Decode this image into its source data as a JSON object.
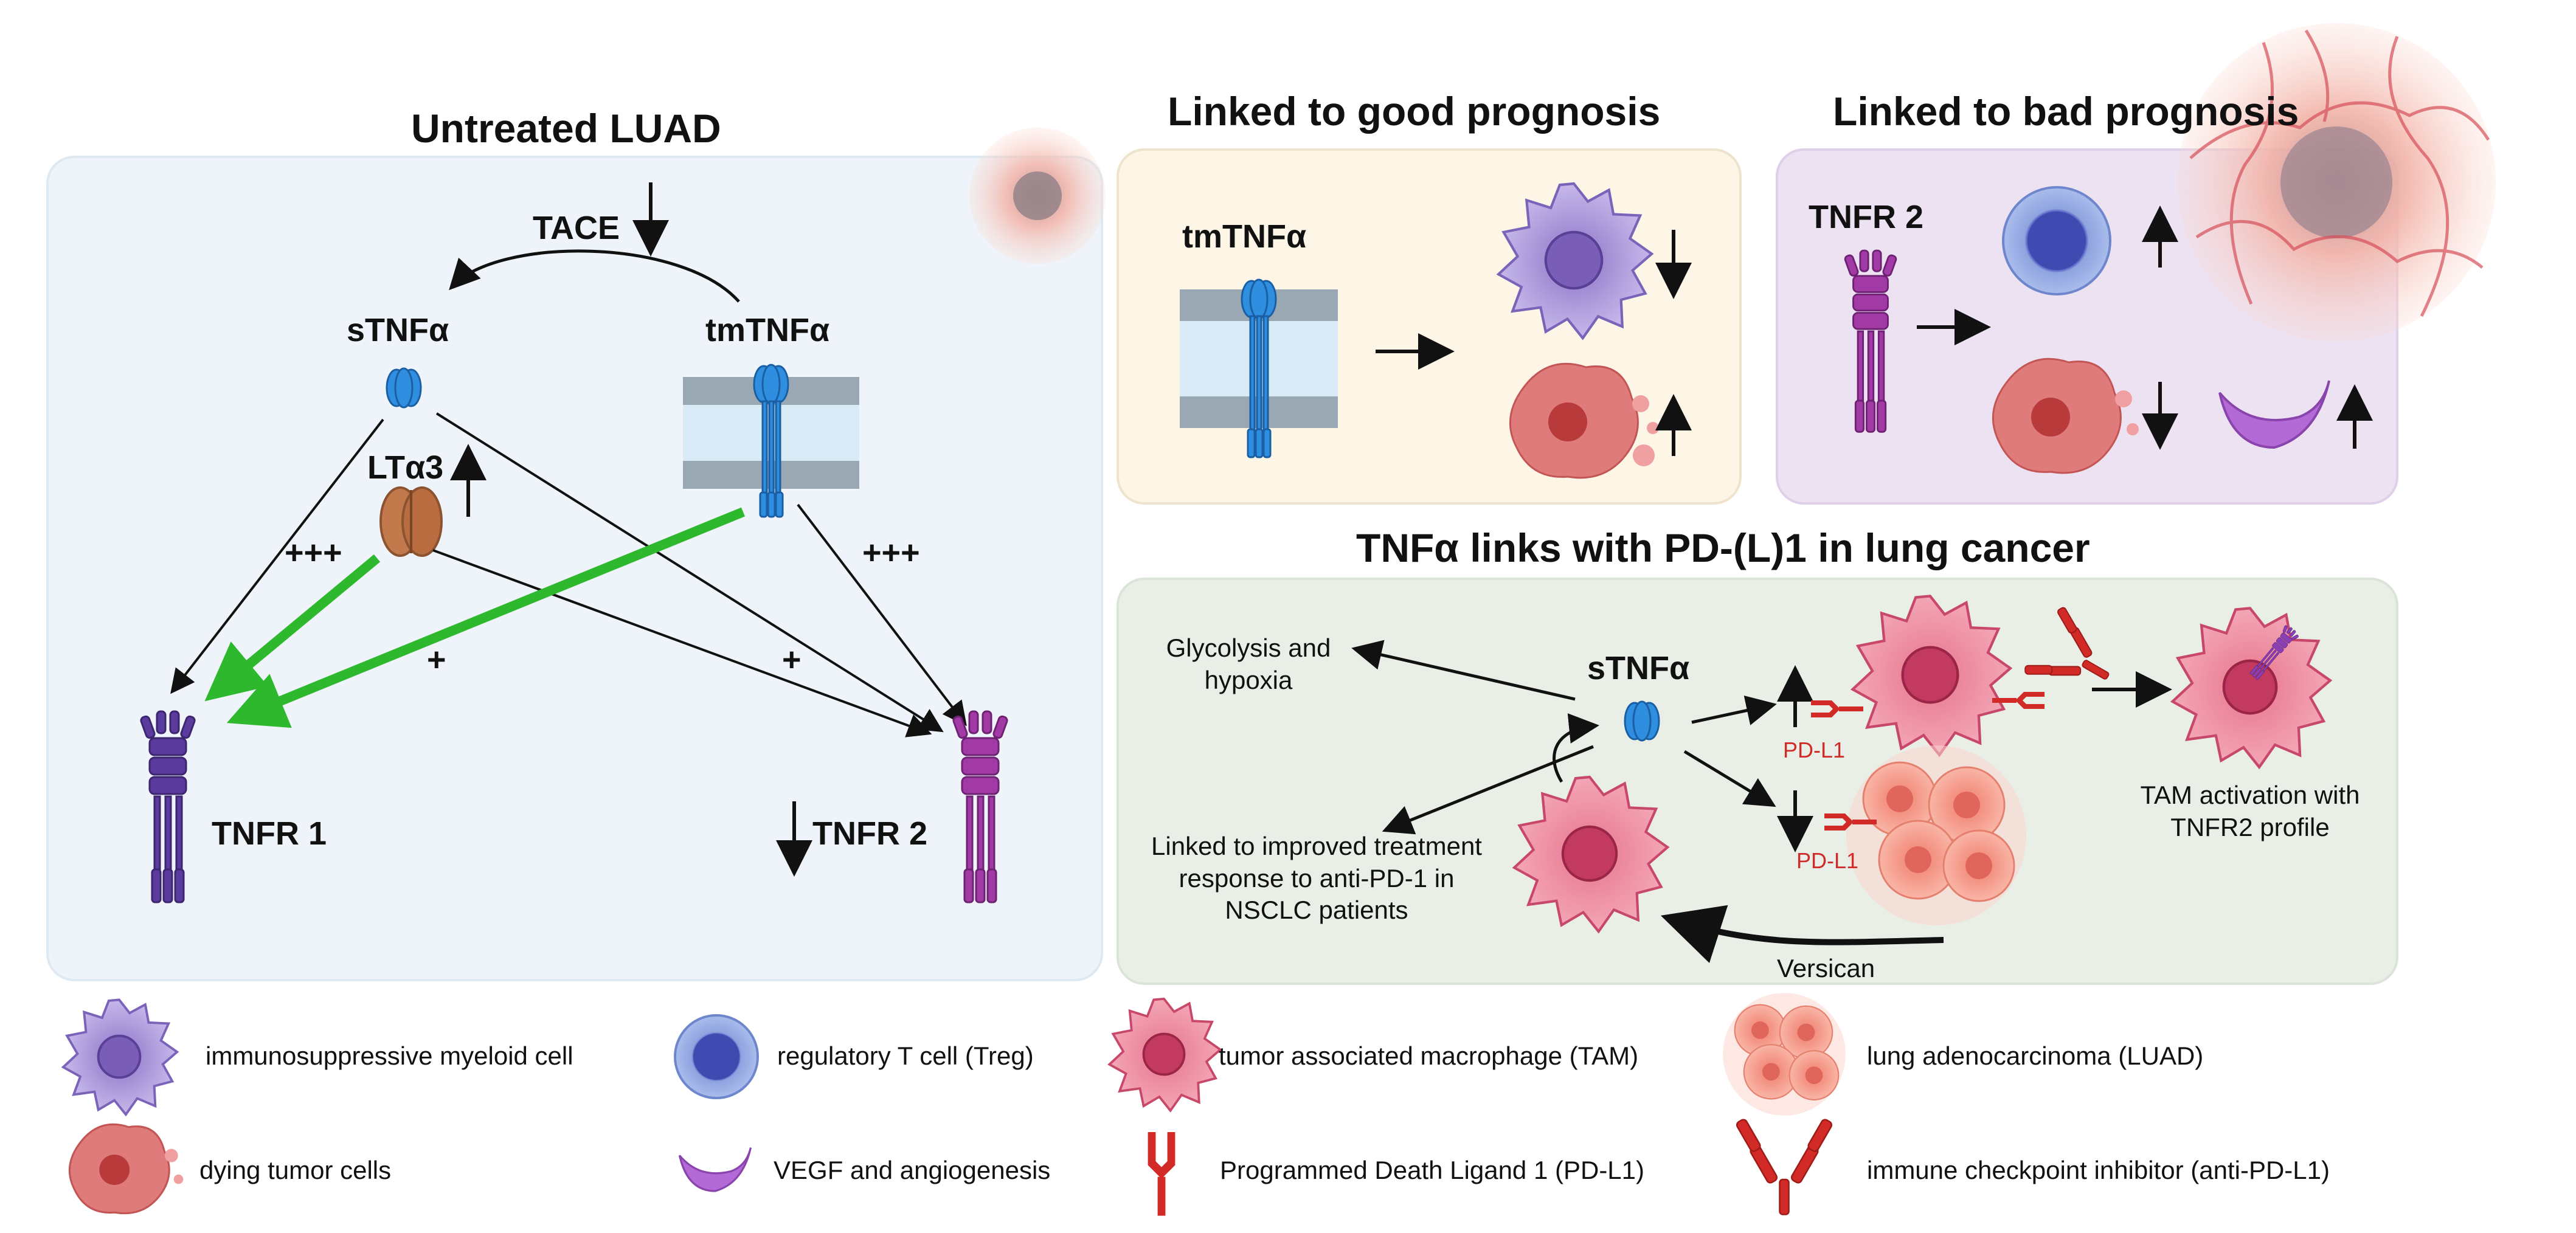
{
  "titles": {
    "untreated": "Untreated LUAD",
    "good": "Linked to good prognosis",
    "bad": "Linked to bad prognosis",
    "pdl1": "TNFα links with PD-(L)1 in lung cancer"
  },
  "untreated_panel": {
    "tace": "TACE",
    "stnf": "sTNFα",
    "tmtnf": "tmTNFα",
    "lta3": "LTα3",
    "plus3_left": "+++",
    "plus3_right": "+++",
    "plus_left": "+",
    "plus_right": "+",
    "tnfr1": "TNFR 1",
    "tnfr2": "TNFR 2"
  },
  "good_panel": {
    "tmtnf": "tmTNFα"
  },
  "bad_panel": {
    "tnfr2": "TNFR 2"
  },
  "pdl1_panel": {
    "glycolysis": "Glycolysis and hypoxia",
    "stnf": "sTNFα",
    "pdl1_top": "PD-L1",
    "pdl1_bottom": "PD-L1",
    "tam_activation": "TAM activation with TNFR2 profile",
    "improved": "Linked to improved treatment response to anti-PD-1 in NSCLC patients",
    "versican": "Versican"
  },
  "legend": [
    {
      "icon": "immunosuppressive-myeloid-cell-icon",
      "label": "immunosuppressive myeloid cell"
    },
    {
      "icon": "treg-cell-icon",
      "label": "regulatory T cell (Treg)"
    },
    {
      "icon": "tam-icon",
      "label": "tumor associated macrophage (TAM)"
    },
    {
      "icon": "luad-cluster-icon",
      "label": "lung adenocarcinoma (LUAD)"
    },
    {
      "icon": "dying-tumor-cell-icon",
      "label": "dying tumor cells"
    },
    {
      "icon": "vegf-icon",
      "label": "VEGF and angiogenesis"
    },
    {
      "icon": "pdl1-icon",
      "label": "Programmed Death Ligand 1 (PD-L1)"
    },
    {
      "icon": "checkpoint-inhibitor-icon",
      "label": "immune checkpoint inhibitor (anti-PD-L1)"
    }
  ],
  "colors": {
    "untreated_bg": "#eef4f9",
    "good_bg": "#fdf6e7",
    "bad_bg": "#ece2f2",
    "pdl1_bg": "#e9efe7",
    "green_arrow": "#2eb82e",
    "receptor_tnfr1": "#5b3b9e",
    "receptor_tnfr2": "#a23aa6",
    "tnf_blue": "#2f8ee0",
    "tam_pink": "#e0667f",
    "myeloid_purple": "#9a85d0"
  }
}
